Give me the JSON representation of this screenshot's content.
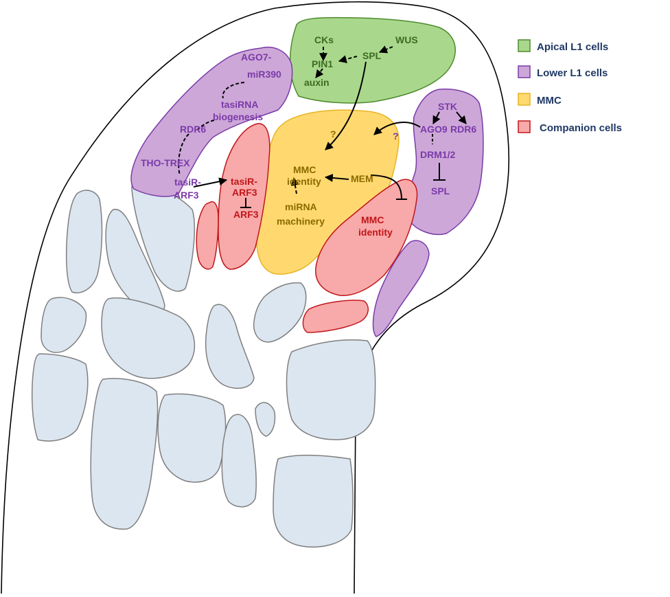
{
  "colors": {
    "apical_fill": "#a9d88c",
    "apical_stroke": "#4e8a2e",
    "lower_fill": "#cda7d8",
    "lower_stroke": "#7a3aa8",
    "mmc_fill": "#ffd970",
    "mmc_stroke": "#e6b422",
    "companion_fill": "#f8a9a9",
    "companion_stroke": "#c0161a",
    "cell_fill": "#dce6f0",
    "cell_stroke": "#7f7f7f",
    "legend_text": "#1f3864"
  },
  "legend": {
    "apical": "Apical L1 cells",
    "lower": "Lower L1 cells",
    "mmc": "MMC",
    "companion": "Companion cells"
  },
  "apical_region": {
    "cks": "CKs",
    "wus": "WUS",
    "pin1": "PIN1",
    "spl": "SPL",
    "auxin": "auxin"
  },
  "lower_left_region": {
    "ago7_line1": "AGO7-",
    "ago7_line2": "miR390",
    "tasirna_line1": "tasiRNA",
    "tasirna_line2": "biogenesis",
    "rdr6": "RDR6",
    "tho_trex": "THO-TREX",
    "tasir_line1": "tasiR-",
    "tasir_line2": "ARF3"
  },
  "lower_right_region": {
    "stk": "STK",
    "ago9": "AGO9",
    "rdr6": "RDR6",
    "drm": "DRM1/2",
    "spl": "SPL"
  },
  "companion_left": {
    "tasir_line1": "tasiR-",
    "tasir_line2": "ARF3",
    "arf3": "ARF3"
  },
  "companion_right": {
    "mmc_line1": "MMC",
    "mmc_line2": "identity"
  },
  "mmc_region": {
    "mmc_line1": "MMC",
    "mmc_line2": "identity",
    "mem": "MEM",
    "mirna_line1": "miRNA",
    "mirna_line2": "machinery"
  },
  "question_marks": {
    "top": "?",
    "right": "?"
  }
}
